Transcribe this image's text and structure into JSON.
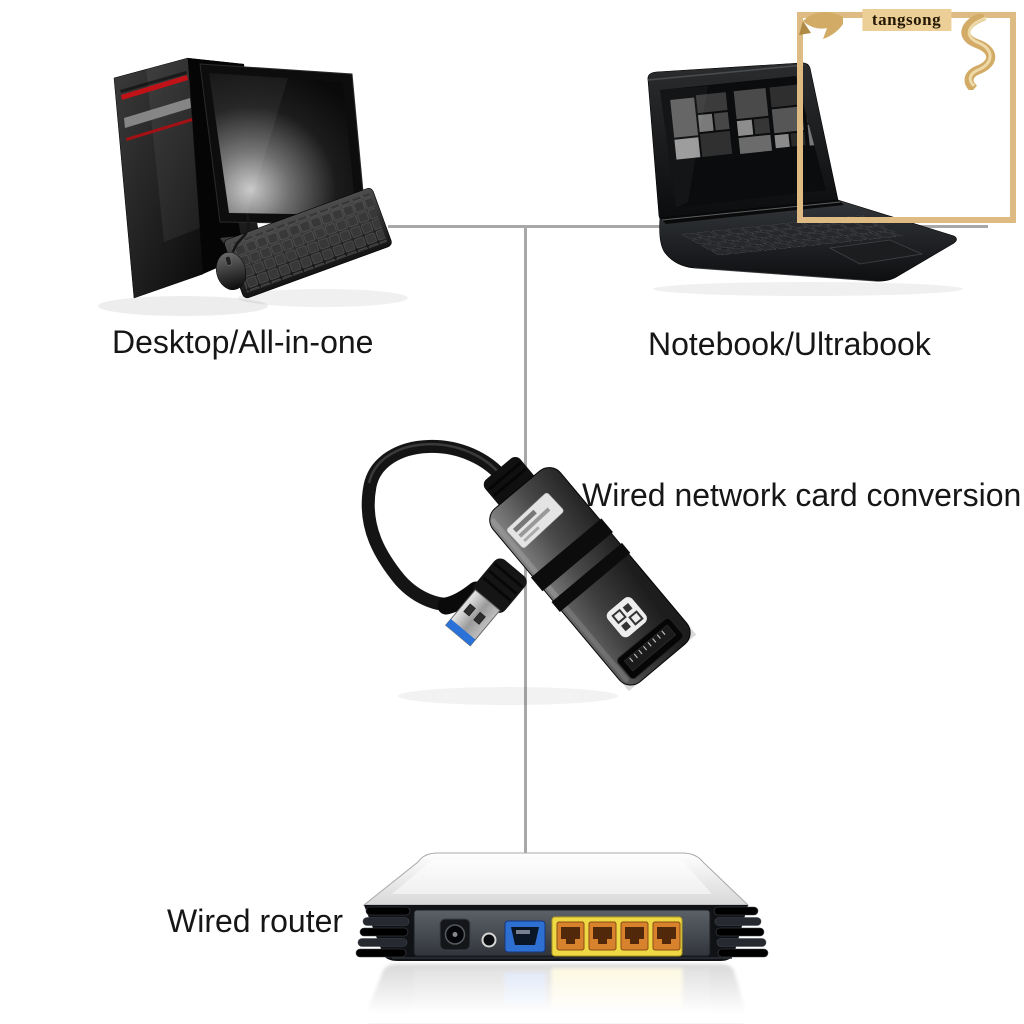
{
  "watermark": {
    "label": "tangsong",
    "frame_color": "#ddbb82",
    "label_background": "#eccf97",
    "text_color": "#241804"
  },
  "connectors": {
    "color": "#a8a8a8"
  },
  "nodes": {
    "desktop": {
      "label": "Desktop/All-in-one",
      "image": "desktop-pc-photo"
    },
    "notebook": {
      "label": "Notebook/Ultrabook",
      "image": "laptop-photo"
    },
    "adapter": {
      "label": "Wired network card conversion",
      "image": "usb-ethernet-adapter-photo"
    },
    "router": {
      "label": "Wired router",
      "image": "router-rear-photo"
    }
  },
  "accent_colors": {
    "usb3_blue": "#2a72d8",
    "wan_port_blue": "#2e6fd2",
    "ethernet_panel_yellow": "#eed843",
    "ethernet_port_orange": "#d9822e",
    "tower_stripe_red": "#c11217"
  }
}
